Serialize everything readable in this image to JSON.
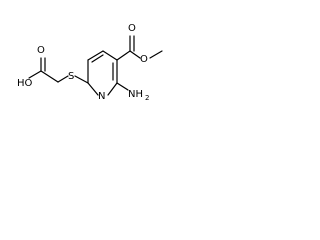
{
  "molecule": {
    "atom_labels": {
      "carboxylic_oh": "HO",
      "carboxylic_carbonyl_o": "O",
      "thioether_s": "S",
      "ring_n": "N",
      "amino": "NH",
      "amino_subscript": "2",
      "ester_carbonyl_o": "O",
      "ester_o": "O"
    },
    "colors": {
      "bond": "#000000",
      "label": "#000000",
      "background": "#ffffff"
    }
  }
}
